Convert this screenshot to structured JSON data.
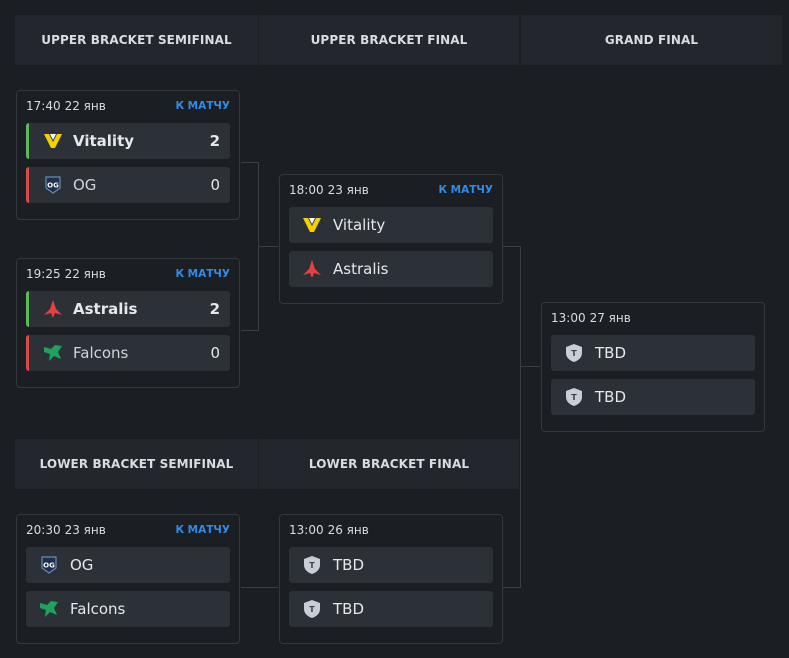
{
  "headers": {
    "ub_semi": "UPPER BRACKET SEMIFINAL",
    "ub_final": "UPPER BRACKET FINAL",
    "grand_final": "GRAND FINAL",
    "lb_semi": "LOWER BRACKET SEMIFINAL",
    "lb_final": "LOWER BRACKET FINAL"
  },
  "match_link": "К МАТЧУ",
  "matches": {
    "ubs1": {
      "time": "17:40",
      "date": "22 янв",
      "team1": "Vitality",
      "score1": "2",
      "team2": "OG",
      "score2": "0"
    },
    "ubs2": {
      "time": "19:25",
      "date": "22 янв",
      "team1": "Astralis",
      "score1": "2",
      "team2": "Falcons",
      "score2": "0"
    },
    "ubf": {
      "time": "18:00",
      "date": "23 янв",
      "team1": "Vitality",
      "team2": "Astralis"
    },
    "gf": {
      "time": "13:00",
      "date": "27 янв",
      "team1": "TBD",
      "team2": "TBD"
    },
    "lbs": {
      "time": "20:30",
      "date": "23 янв",
      "team1": "OG",
      "team2": "Falcons"
    },
    "lbf": {
      "time": "13:00",
      "date": "26 янв",
      "team1": "TBD",
      "team2": "TBD"
    }
  },
  "colors": {
    "win": "#5fb85a",
    "lose": "#d64b4b",
    "link": "#2f8ce8",
    "vitality": "#f3d000",
    "astralis": "#e8403f",
    "falcons": "#1fa35a"
  }
}
